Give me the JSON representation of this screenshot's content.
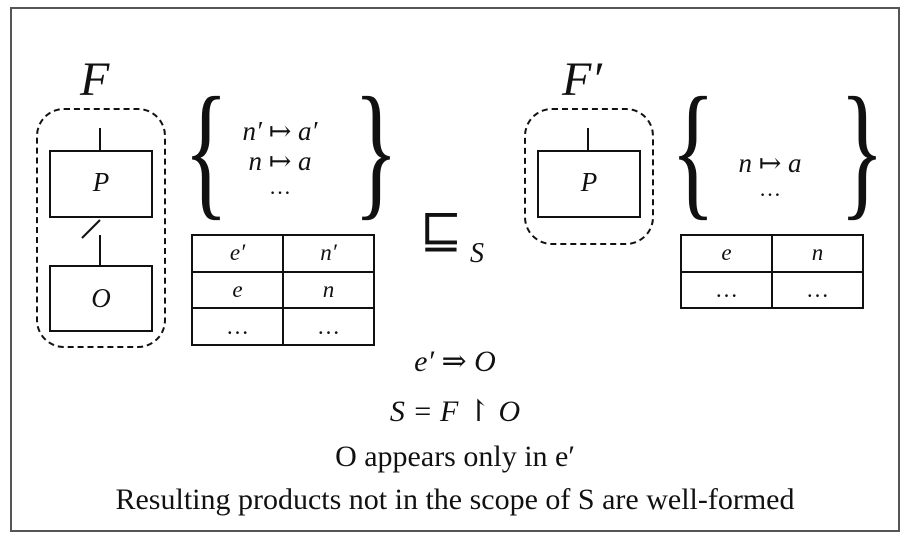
{
  "left": {
    "title": "F",
    "node_top": "P",
    "node_bottom": "O",
    "mappings": [
      "n′ ↦ a′",
      "n ↦ a",
      "…"
    ],
    "table": [
      [
        "e′",
        "n′"
      ],
      [
        "e",
        "n"
      ],
      [
        "…",
        "…"
      ]
    ]
  },
  "relation": {
    "symbol": "⊑",
    "subscript": "S"
  },
  "right": {
    "title": "F′",
    "node_top": "P",
    "mappings": [
      "n ↦ a",
      "…"
    ],
    "table": [
      [
        "e",
        "n"
      ],
      [
        "…",
        "…"
      ]
    ]
  },
  "conditions": [
    "e′ ⇒ O",
    "S = F ↾ O",
    "O appears only in e′",
    "Resulting products not in the scope of S are well-formed"
  ]
}
